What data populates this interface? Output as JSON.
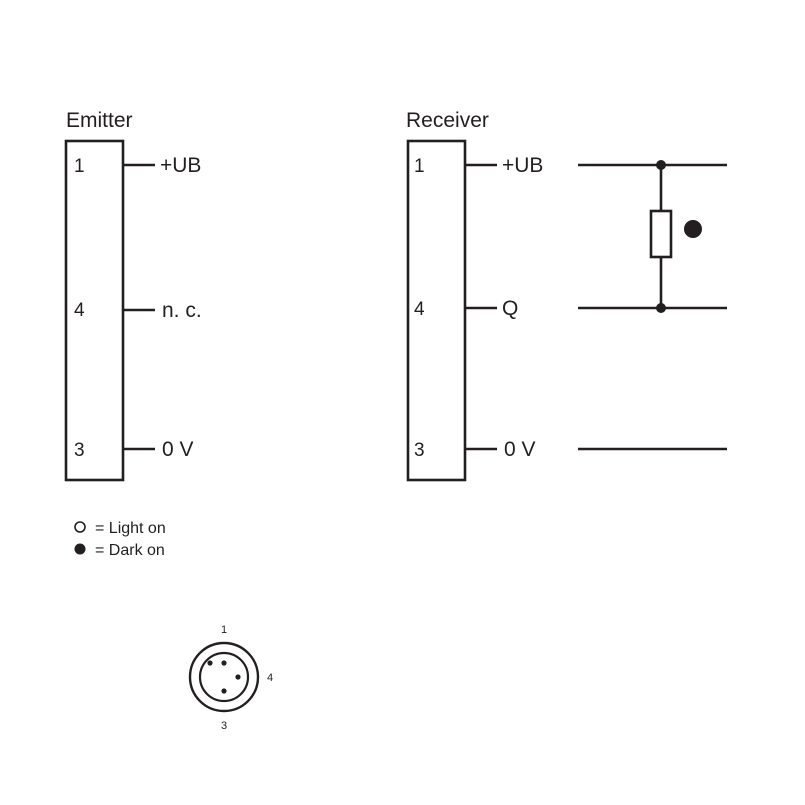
{
  "emitter": {
    "title": "Emitter",
    "pins": [
      {
        "number": "1",
        "signal": "+UB"
      },
      {
        "number": "4",
        "signal": "n. c."
      },
      {
        "number": "3",
        "signal": "0 V"
      }
    ]
  },
  "receiver": {
    "title": "Receiver",
    "pins": [
      {
        "number": "1",
        "signal": "+UB"
      },
      {
        "number": "4",
        "signal": "Q"
      },
      {
        "number": "3",
        "signal": "0 V"
      }
    ],
    "output_mode": "dark-on"
  },
  "legend": {
    "light_on": "= Light on",
    "dark_on": "= Dark on"
  },
  "connector": {
    "pin_labels": {
      "top": "1",
      "right": "4",
      "bottom": "3"
    }
  }
}
